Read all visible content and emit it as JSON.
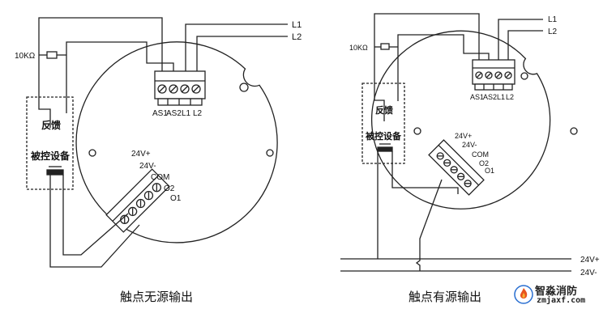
{
  "left_diagram": {
    "caption": "触点无源输出",
    "line_l1": "L1",
    "line_l2": "L2",
    "resistor": "10KΩ",
    "device_text_1": "反馈",
    "device_text_2": "被控设备",
    "top_terminals": [
      "AS1",
      "AS2",
      "L1",
      "L2"
    ],
    "side_terminals": [
      "24V+",
      "24V-",
      "COM",
      "O2",
      "O1"
    ]
  },
  "right_diagram": {
    "caption": "触点有源输出",
    "line_l1": "L1",
    "line_l2": "L2",
    "resistor": "10KΩ",
    "device_text_1": "反馈",
    "device_text_2": "被控设备",
    "top_terminals": [
      "AS1",
      "AS2",
      "L1",
      "L2"
    ],
    "side_terminals": [
      "24V+",
      "24V-",
      "COM",
      "O2",
      "O1"
    ],
    "bus_plus": "24V+",
    "bus_minus": "24V-"
  },
  "brand": {
    "name": "智淼消防",
    "url": "zmjaxf.com",
    "accent": "#e8541e",
    "accent2": "#2a6fd1"
  }
}
